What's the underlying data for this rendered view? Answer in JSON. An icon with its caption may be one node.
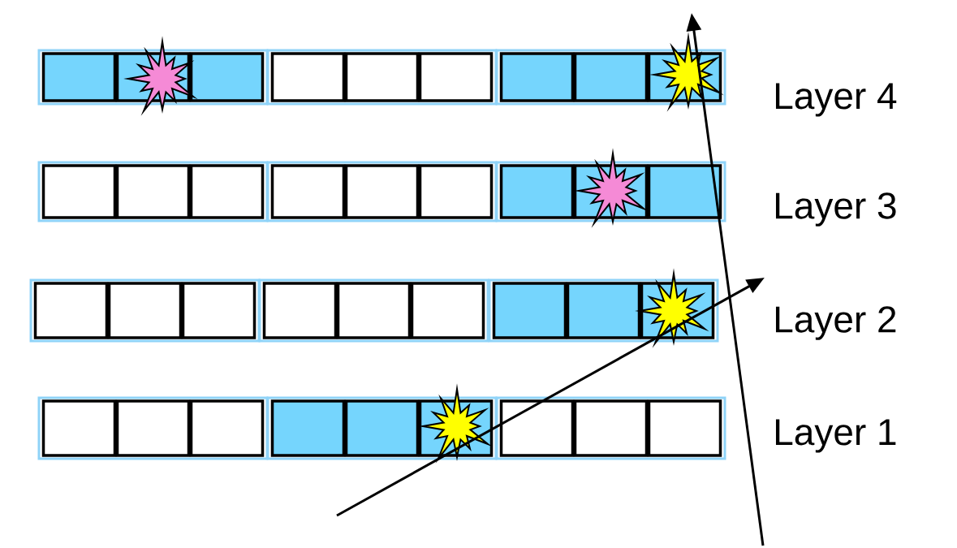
{
  "diagram": {
    "labels": [
      "Layer 4",
      "Layer 3",
      "Layer 2",
      "Layer 1"
    ]
  }
}
